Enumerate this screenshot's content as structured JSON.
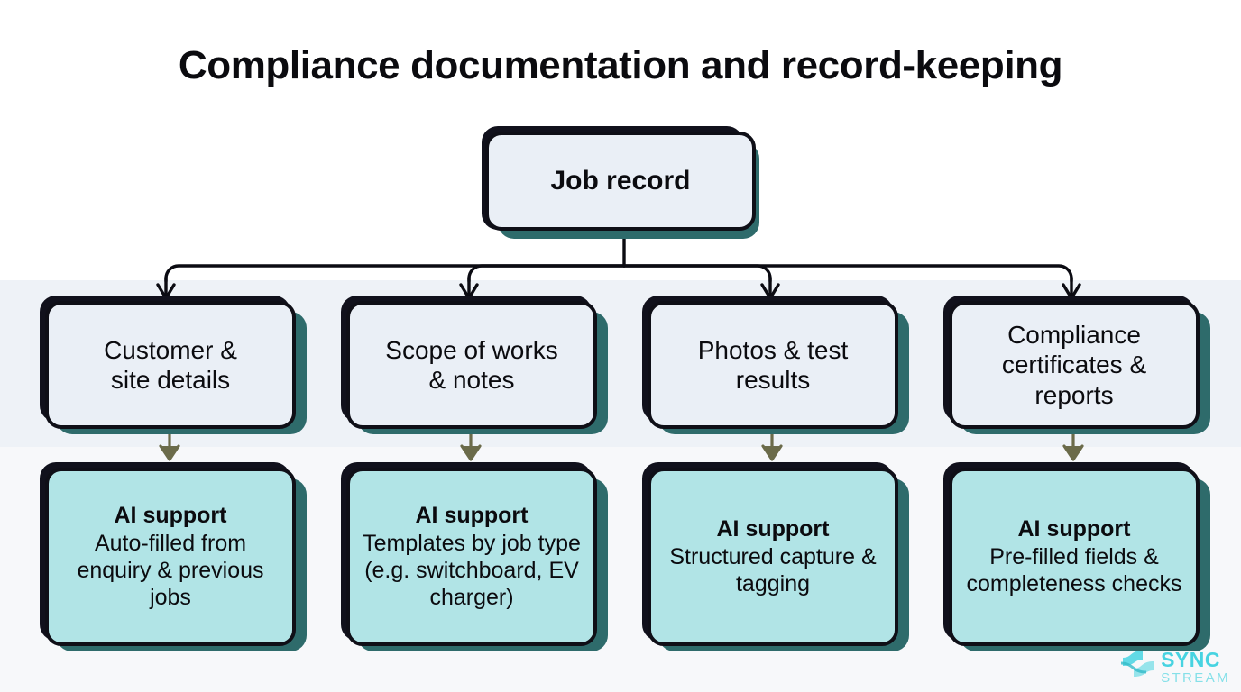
{
  "page": {
    "title": "Compliance documentation and record-keeping"
  },
  "colors": {
    "node_light_fill": "#eaeff6",
    "node_accent_fill": "#b1e4e6",
    "node_border": "#0f0f17",
    "shadow_dark": "#11111c",
    "shadow_teal": "#2e6b6b",
    "connector_primary": "#0b0b12",
    "connector_secondary": "#6b6b4a",
    "band_mid": "#eef2f7",
    "band_low": "#f7f8fa",
    "watermark_sync": "#3ed2e0",
    "watermark_stream": "#7fdfe8"
  },
  "diagram": {
    "root": {
      "label": "Job record"
    },
    "branches": [
      {
        "label_line1": "Customer &",
        "label_line2": "site details",
        "ai": {
          "head": "AI support",
          "body": "Auto-filled from enquiry & previous jobs"
        }
      },
      {
        "label_line1": "Scope of works",
        "label_line2": "& notes",
        "ai": {
          "head": "AI support",
          "body": "Templates by job type (e.g. switchboard, EV charger)"
        }
      },
      {
        "label_line1": "Photos & test",
        "label_line2": "results",
        "ai": {
          "head": "AI support",
          "body": "Structured capture & tagging"
        }
      },
      {
        "label_line1": "Compliance",
        "label_line2": "certificates &",
        "label_line3": "reports",
        "ai": {
          "head": "AI support",
          "body": "Pre-filled fields & completeness checks"
        }
      }
    ]
  },
  "watermark": {
    "primary": "SYNC",
    "secondary": "STREAM",
    "icon": "sync-stream-logo-icon"
  }
}
